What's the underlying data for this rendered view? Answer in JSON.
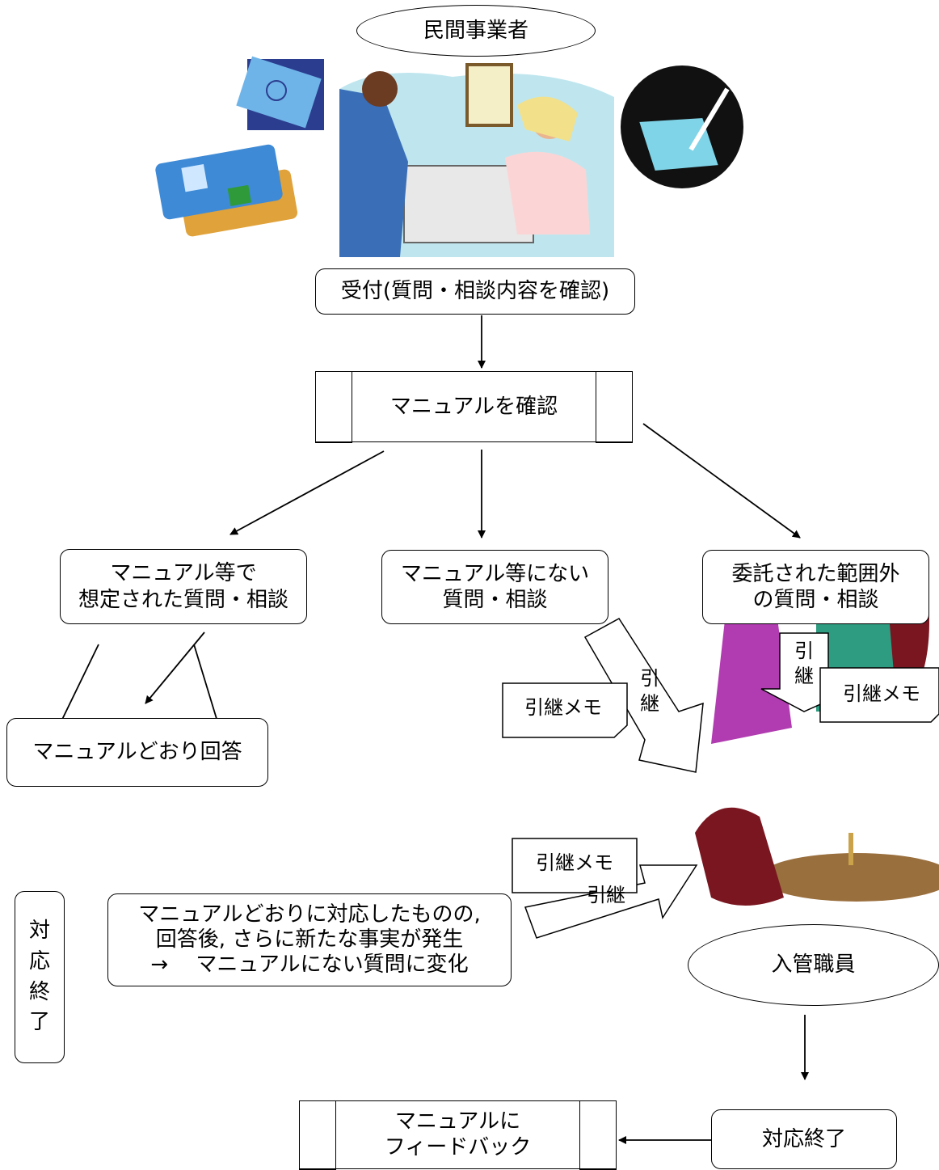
{
  "nodes": {
    "private_operator": "民間事業者",
    "reception": "受付(質問・相談内容を確認)",
    "check_manual": "マニュアルを確認",
    "anticipated": "マニュアル等で\n想定された質問・相談",
    "not_in_manual": "マニュアル等にない\n質問・相談",
    "out_of_scope": "委託された範囲外\nの質問・相談",
    "answer_per_manual": "マニュアルどおり回答",
    "end_left": "対\n応\n終\n了",
    "new_facts": "マニュアルどおりに対応したものの,\n回答後, さらに新たな事実が発生\n→　 マニュアルにない質問に変化",
    "immigration_staff": "入管職員",
    "end_right": "対応終了",
    "feedback": "マニュアルに\nフィードバック"
  },
  "handover": {
    "label_vertical": "引\n継",
    "label": "引継",
    "memo": "引継メモ"
  },
  "colors": {
    "line": "#000000",
    "box_fill": "#ffffff"
  },
  "illustrations": [
    "reception-desk-clipart",
    "passport-icon",
    "id-cards-icon",
    "signing-document-icon",
    "consultation-meeting-clipart"
  ]
}
